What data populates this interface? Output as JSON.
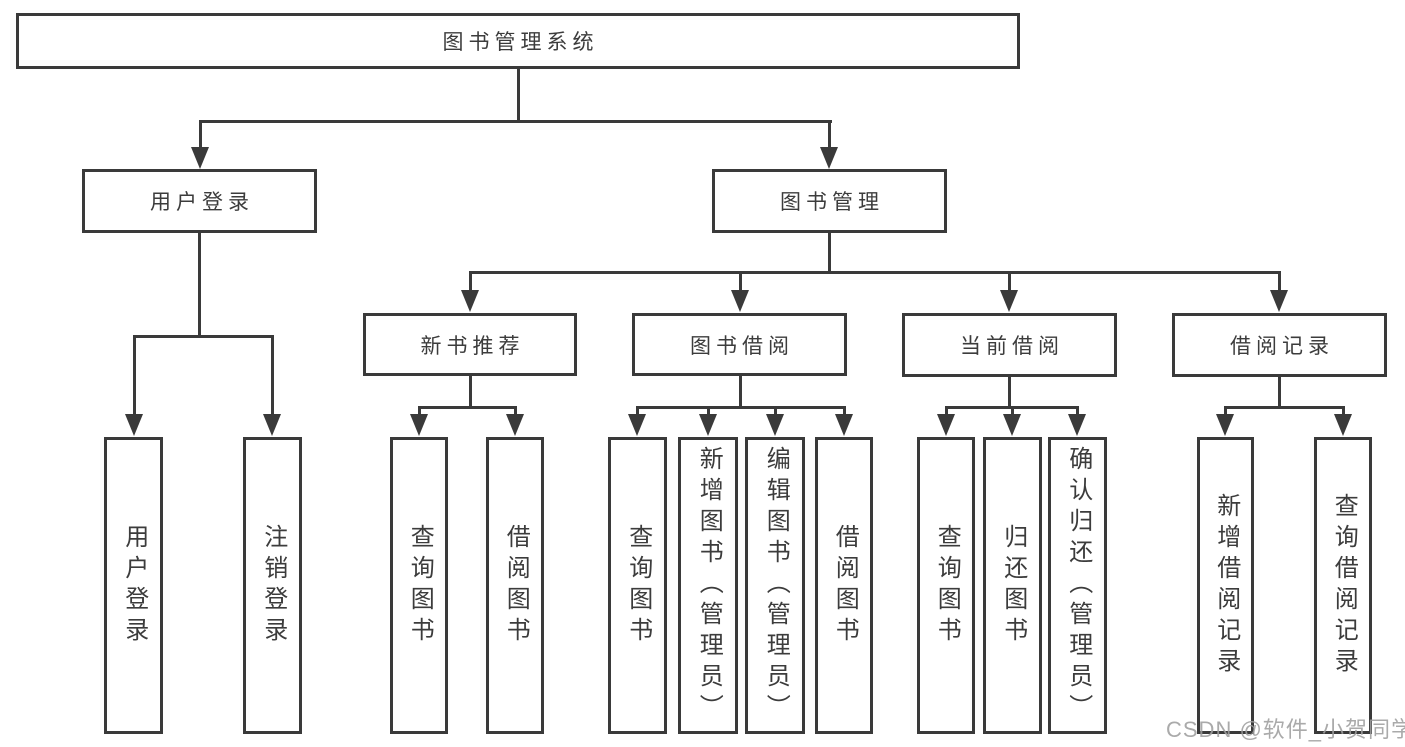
{
  "tree": {
    "root": "图书管理系统",
    "level2": [
      "用户登录",
      "图书管理"
    ],
    "level3": [
      "新书推荐",
      "图书借阅",
      "当前借阅",
      "借阅记录"
    ],
    "leaves": {
      "user_login": [
        "用户登录",
        "注销登录"
      ],
      "new_book": [
        "查询图书",
        "借阅图书"
      ],
      "book_borrow": [
        "查询图书",
        "新增图书（管理员）",
        "编辑图书（管理员）",
        "借阅图书"
      ],
      "current_borrow": [
        "查询图书",
        "归还图书",
        "确认归还（管理员）"
      ],
      "borrow_record": [
        "新增借阅记录",
        "查询借阅记录"
      ]
    }
  },
  "watermark": "CSDN @软件_小贺同学",
  "colors": {
    "line": "#3a3a3a",
    "text": "#3c3c3c",
    "watermark": "#9e9e9e",
    "background": "#ffffff"
  }
}
